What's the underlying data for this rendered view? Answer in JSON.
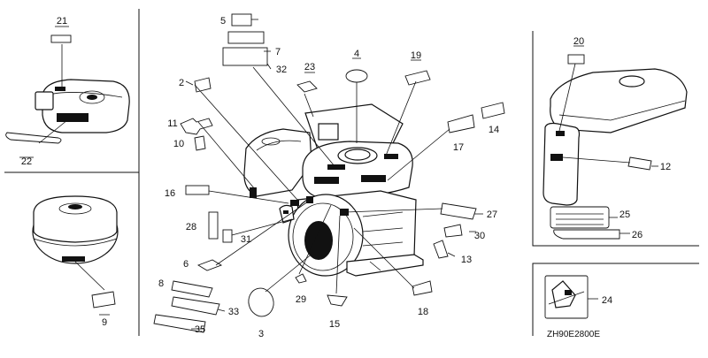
{
  "diagram": {
    "code": "ZH90E2800E",
    "callouts": [
      "21",
      "22",
      "9",
      "5",
      "7",
      "32",
      "2",
      "23",
      "4",
      "19",
      "11",
      "10",
      "16",
      "28",
      "31",
      "6",
      "8",
      "33",
      "35",
      "3",
      "29",
      "15",
      "18",
      "13",
      "30",
      "27",
      "17",
      "14",
      "20",
      "12",
      "25",
      "26",
      "24"
    ]
  }
}
